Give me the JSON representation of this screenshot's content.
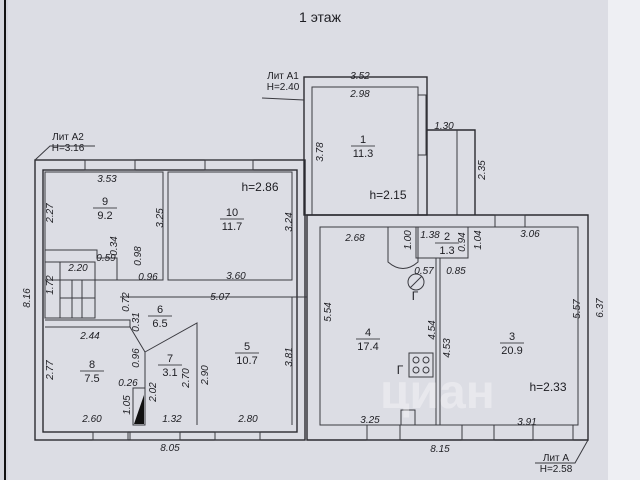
{
  "title": "1 этаж",
  "lit": [
    {
      "name": "Лит А1",
      "height": "H=2.40"
    },
    {
      "name": "Лит А2",
      "height": "H=3.16"
    },
    {
      "name": "Лит А",
      "height": "H=2.58"
    }
  ],
  "ceiling_heights": [
    "h=2.86",
    "h=2.15",
    "h=2.33"
  ],
  "rooms": [
    {
      "number": "1",
      "area": "11.3"
    },
    {
      "number": "2",
      "area": "1.3"
    },
    {
      "number": "3",
      "area": "20.9"
    },
    {
      "number": "4",
      "area": "17.4"
    },
    {
      "number": "5",
      "area": "10.7"
    },
    {
      "number": "6",
      "area": "6.5"
    },
    {
      "number": "7",
      "area": "3.1"
    },
    {
      "number": "8",
      "area": "7.5"
    },
    {
      "number": "9",
      "area": "9.2"
    },
    {
      "number": "10",
      "area": "11.7"
    }
  ],
  "gas_marks": [
    "Г",
    "Г"
  ],
  "dimensions": [
    "3.53",
    "2.27",
    "3.25",
    "3.24",
    "0.34",
    "0.59",
    "0.98",
    "2.20",
    "0.96",
    "3.60",
    "1.72",
    "5.07",
    "8.16",
    "0.72",
    "0.31",
    "2.44",
    "2.77",
    "0.96",
    "0.26",
    "1.05",
    "2.02",
    "2.70",
    "2.90",
    "3.81",
    "2.60",
    "1.32",
    "2.80",
    "8.05",
    "3.52",
    "2.98",
    "3.78",
    "1.30",
    "2.35",
    "2.68",
    "1.00",
    "1.38",
    "0.94",
    "1.04",
    "3.06",
    "0.57",
    "0.85",
    "5.54",
    "4.54",
    "4.53",
    "3.25",
    "3.91",
    "8.15",
    "5.57",
    "6.37"
  ],
  "watermark": "циан"
}
